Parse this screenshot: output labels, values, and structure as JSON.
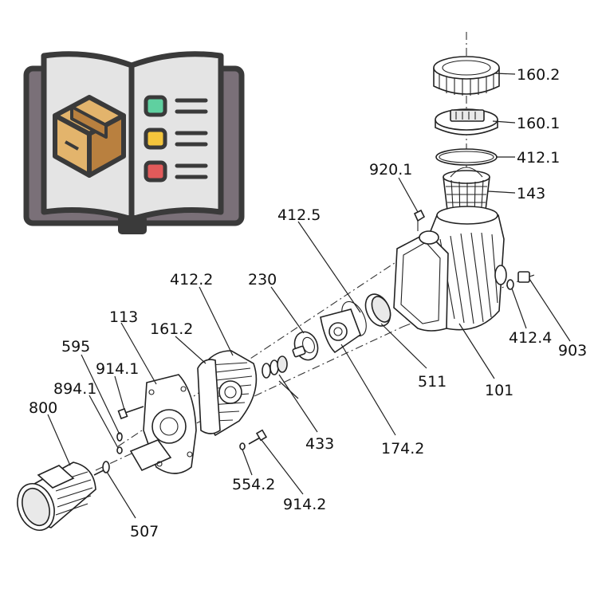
{
  "callouts": {
    "c160_2": "160.2",
    "c160_1": "160.1",
    "c412_1": "412.1",
    "c143": "143",
    "c920_1": "920.1",
    "c412_5": "412.5",
    "c412_2": "412.2",
    "c230": "230",
    "c113": "113",
    "c161_2": "161.2",
    "c595": "595",
    "c914_1": "914.1",
    "c894_1": "894.1",
    "c800": "800",
    "c412_4": "412.4",
    "c903": "903",
    "c511": "511",
    "c101": "101",
    "c433": "433",
    "c174_2": "174.2",
    "c554_2": "554.2",
    "c914_2": "914.2",
    "c507": "507"
  },
  "colors": {
    "line": "#222222",
    "book_frame": "#3a3a3a",
    "book_back": "#7a7078",
    "book_page": "#e4e4e4",
    "box_light": "#e3b46c",
    "box_dark": "#b9803f",
    "dot_green": "#5fd0a0",
    "dot_yellow": "#f4c53c",
    "dot_red": "#e25a5a"
  },
  "icons": {
    "manual": "open-book-icon",
    "package": "package-box-icon",
    "checklist": "checklist-icon"
  }
}
